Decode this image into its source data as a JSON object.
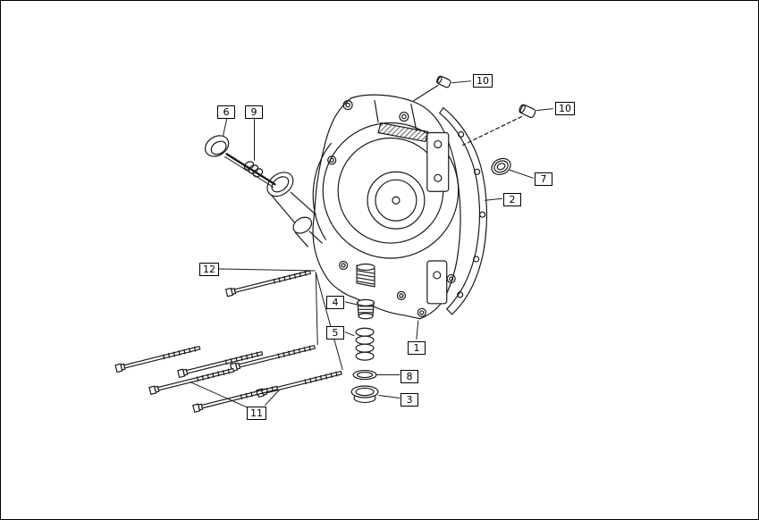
{
  "figure": {
    "type": "exploded-parts-diagram",
    "background_color": "#ffffff",
    "line_color": "#1a1a1a",
    "callouts": {
      "p1": {
        "label": "1"
      },
      "p2": {
        "label": "2"
      },
      "p3": {
        "label": "3"
      },
      "p4": {
        "label": "4"
      },
      "p5": {
        "label": "5"
      },
      "p6": {
        "label": "6"
      },
      "p7": {
        "label": "7"
      },
      "p8": {
        "label": "8"
      },
      "p9": {
        "label": "9"
      },
      "p10a": {
        "label": "10"
      },
      "p10b": {
        "label": "10"
      },
      "p11": {
        "label": "11"
      },
      "p12": {
        "label": "12"
      }
    }
  }
}
